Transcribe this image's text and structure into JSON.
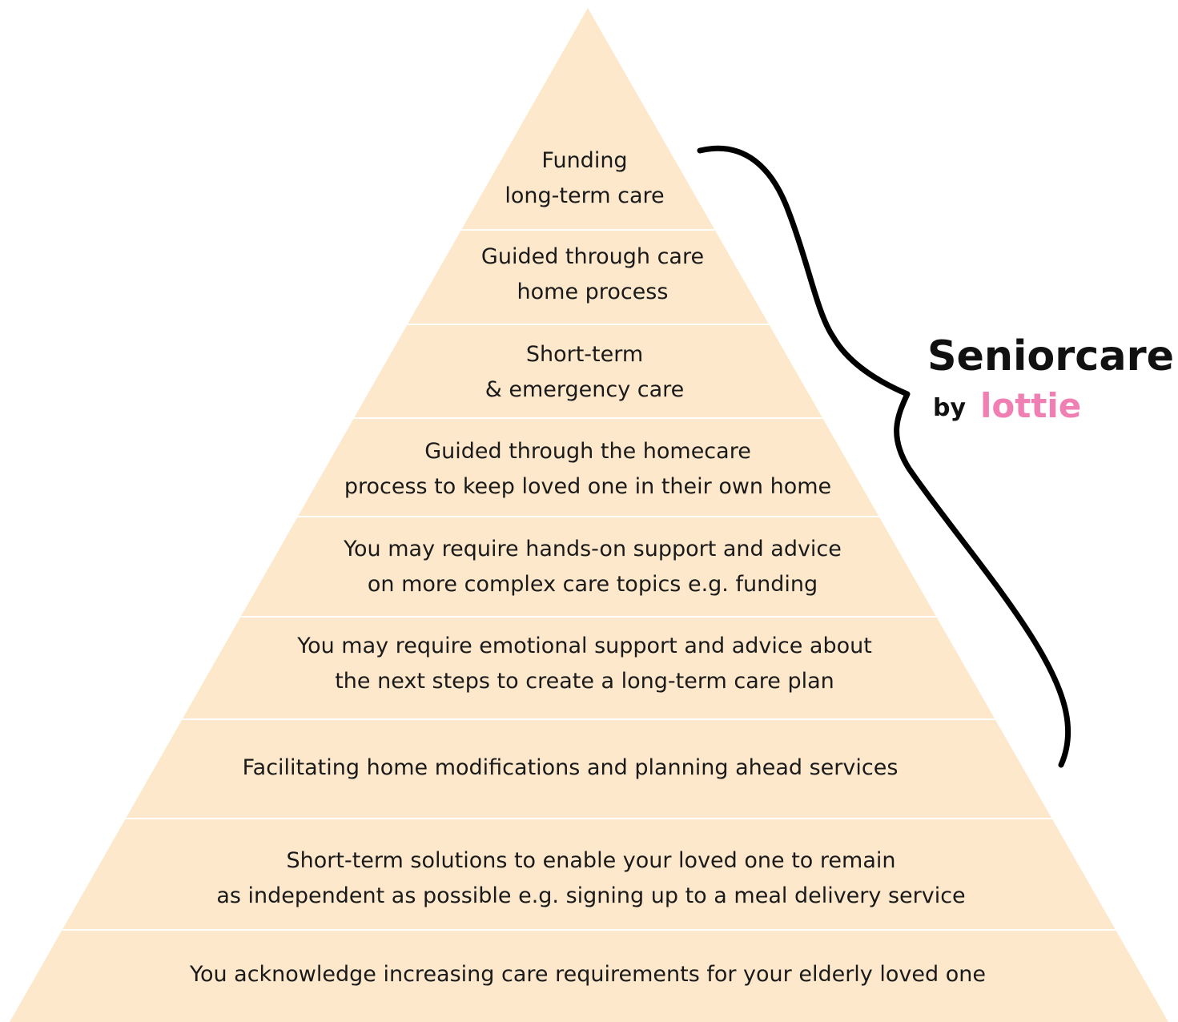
{
  "diagram": {
    "type": "pyramid",
    "tiers": [
      {
        "lines": [
          "Funding",
          "long-term care"
        ]
      },
      {
        "lines": [
          "Guided through care",
          "home process"
        ]
      },
      {
        "lines": [
          "Short-term",
          "& emergency care"
        ]
      },
      {
        "lines": [
          "Guided through the homecare",
          "process to keep loved one in their own home"
        ]
      },
      {
        "lines": [
          "You may require hands-on support and advice",
          "on more complex care topics e.g. funding"
        ]
      },
      {
        "lines": [
          "You may require emotional support and advice about",
          "the next steps to create a long-term care plan"
        ]
      },
      {
        "lines": [
          "Facilitating home modifications and planning ahead services"
        ]
      },
      {
        "lines": [
          "Short-term solutions to enable your loved one to remain",
          "as independent as possible e.g. signing up to a meal delivery service"
        ]
      },
      {
        "lines": [
          "You acknowledge increasing care requirements for your elderly loved one"
        ]
      }
    ],
    "brace_spans_tiers": 7
  },
  "brand": {
    "name": "Seniorcare",
    "by": "by",
    "sub": "lottie"
  },
  "colors": {
    "pyramid_fill": "#fde8cc",
    "divider": "#ffffff",
    "text": "#1a1a1a",
    "brace": "#000000",
    "brand_accent": "#f080b4"
  }
}
